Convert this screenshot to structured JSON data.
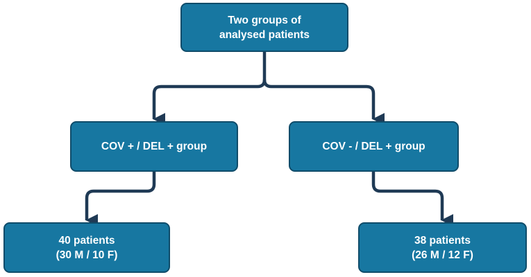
{
  "diagram": {
    "nodes": {
      "top": {
        "line1": "Two groups of",
        "line2": "analysed patients"
      },
      "left": {
        "label": "COV + / DEL + group"
      },
      "right": {
        "label": "COV - / DEL + group"
      },
      "bottom_left": {
        "line1": "40 patients",
        "line2": "(30 M / 10 F)"
      },
      "bottom_right": {
        "line1": "38 patients",
        "line2": "(26 M / 12 F)"
      }
    },
    "colors": {
      "node_fill": "#1777a1",
      "node_border": "#0f4c6a",
      "connector": "#1f3a55",
      "text": "#ffffff"
    }
  }
}
